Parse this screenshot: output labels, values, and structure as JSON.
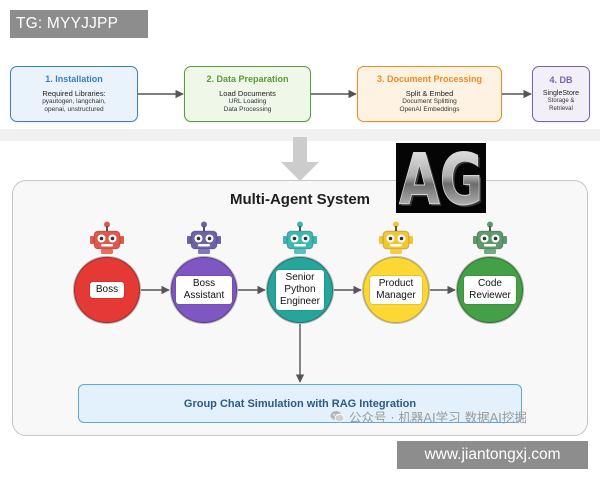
{
  "tag": "TG: MYYJJPP",
  "pipeline": {
    "steps": [
      {
        "title": "1. Installation",
        "lines": [
          "Required Libraries:",
          "pyautogen, langchain,",
          "openai, unstructured"
        ],
        "accent": "#3a7fc1"
      },
      {
        "title": "2. Data Preparation",
        "lines": [
          "Load Documents",
          "URL Loading",
          "Data Processing"
        ],
        "accent": "#5a9a3c"
      },
      {
        "title": "3. Document Processing",
        "lines": [
          "Split & Embed",
          "Document Splitting",
          "OpenAI Embeddings"
        ],
        "accent": "#f08a24"
      },
      {
        "title": "4. DB",
        "lines": [
          "SingleStore",
          "Storage &",
          "Retrieval"
        ],
        "accent": "#7a5fae"
      }
    ]
  },
  "logo": {
    "text": "AG"
  },
  "multi_agent": {
    "title": "Multi-Agent System",
    "agents": [
      {
        "label": [
          "Boss"
        ],
        "color": "#e53935",
        "robot_color": "#e0584a",
        "icon": "robot-icon"
      },
      {
        "label": [
          "Boss",
          "Assistant"
        ],
        "color": "#7e57c2",
        "robot_color": "#6d62a8",
        "icon": "robot-icon"
      },
      {
        "label": [
          "Senior",
          "Python",
          "Engineer"
        ],
        "color": "#26a69a",
        "robot_color": "#3fb6b0",
        "icon": "robot-icon"
      },
      {
        "label": [
          "Product",
          "Manager"
        ],
        "color": "#fdd835",
        "robot_color": "#f2c62f",
        "icon": "robot-icon"
      },
      {
        "label": [
          "Code",
          "Reviewer"
        ],
        "color": "#43a047",
        "robot_color": "#5c9a6e",
        "icon": "robot-icon"
      }
    ],
    "group_chat": "Group Chat Simulation with RAG Integration"
  },
  "watermark": {
    "icon": "wechat-icon",
    "text": "公众号 · 机器AI学习 数据AI挖掘"
  },
  "website": "www.jiantongxj.com"
}
